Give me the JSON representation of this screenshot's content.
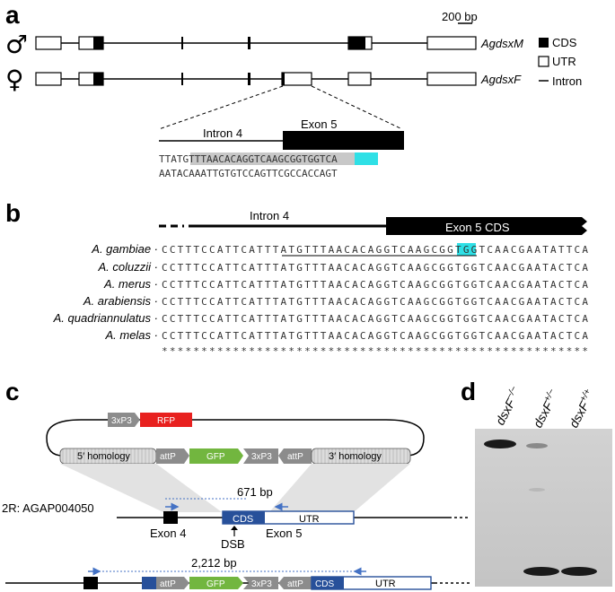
{
  "panel_a": {
    "letter": "a",
    "scale_label": "200 bp",
    "male_symbol": "♂",
    "female_symbol": "♀",
    "male_gene": "AgdsxM",
    "female_gene": "AgdsxF",
    "legend": {
      "cds": "CDS",
      "utr": "UTR",
      "intron": "Intron"
    },
    "intron_label": "Intron 4",
    "exon_label": "Exon 5",
    "seq_pre": "TTAT",
    "seq_grna": "GTTTAACACAGGTCAAGCGG",
    "seq_pam": "TGG",
    "seq_post": "TCA",
    "seq_bottom": "AATACAAATTGTGTCCAGTTCGCCACCAGT"
  },
  "panel_b": {
    "letter": "b",
    "intron_label": "Intron 4",
    "exon_label": "Exon 5 CDS",
    "gambiae": {
      "name": "A. gambiae",
      "pre": "CCTTTCCATTCATTTAT",
      "grna": "GTTTAACACAGGTCAAGCGG",
      "pam": "TGG",
      "post": "TCAACGAATATTCA"
    },
    "species": [
      {
        "name": "A. coluzzii",
        "seq": "CCTTTCCATTCATTTATGTTTAACACAGGTCAAGCGGTGGTCAACGAATACTCA"
      },
      {
        "name": "A. merus",
        "seq": "CCTTTCCATTCATTTATGTTTAACACAGGTCAAGCGGTGGTCAACGAATACTCA"
      },
      {
        "name": "A. arabiensis",
        "seq": "CCTTTCCATTCATTTATGTTTAACACAGGTCAAGCGGTGGTCAACGAATACTCA"
      },
      {
        "name": "A. quadriannulatus",
        "seq": "CCTTTCCATTCATTTATGTTTAACACAGGTCAAGCGGTGGTCAACGAATACTCA"
      },
      {
        "name": "A. melas",
        "seq": "CCTTTCCATTCATTTATGTTTAACACAGGTCAAGCGGTGGTCAACGAATACTCA"
      }
    ],
    "consensus": "******************************************************"
  },
  "panel_c": {
    "letter": "c",
    "plasmid": {
      "p3xP3_top": "3xP3",
      "rfp": "RFP",
      "homology5": "5′ homology",
      "attP1": "attP",
      "gfp": "GFP",
      "p3xP3_mid": "3xP3",
      "attP2": "attP",
      "homology3": "3′ homology"
    },
    "locus": "2R: AGAP004050",
    "amplicon_wt": "671 bp",
    "cds": "CDS",
    "utr": "UTR",
    "exon4": "Exon 4",
    "dsb": "DSB",
    "exon5": "Exon 5",
    "amplicon_ko": "2,212 bp",
    "ko": {
      "attP1": "attP",
      "gfp": "GFP",
      "p3xP3": "3xP3",
      "attP2": "attP",
      "cds": "CDS",
      "utr": "UTR"
    }
  },
  "panel_d": {
    "letter": "d",
    "lanes": [
      "dsxF−/−",
      "dsxF+/−",
      "dsxF+/+"
    ]
  },
  "colors": {
    "rfp": "#e8211f",
    "gfp": "#72b63f",
    "cds_blue": "#27509a",
    "pam_cyan": "#2fe0e6",
    "grna_grey": "#c8c8c8",
    "arrow_blue": "#4472c4"
  }
}
